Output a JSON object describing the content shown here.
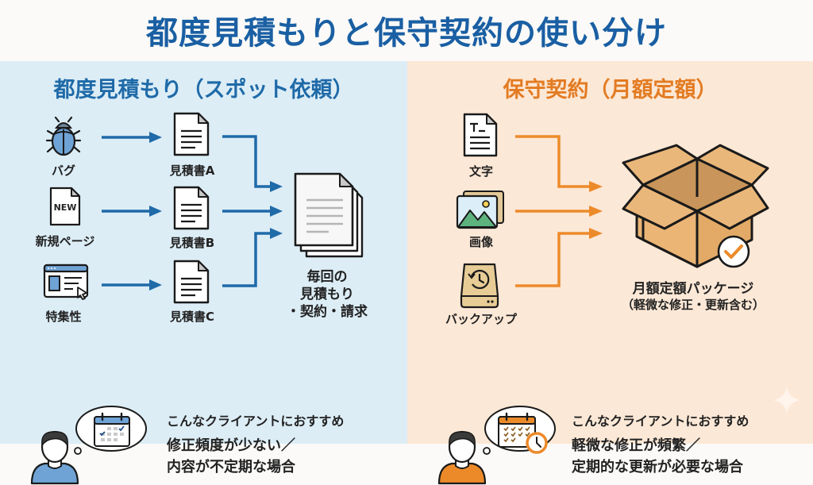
{
  "title": "都度見積もりと保守契約の使い分け",
  "colors": {
    "title": "#1a5fa3",
    "left_accent": "#1f6aa8",
    "left_bg": "#dcedf6",
    "right_accent": "#e37b22",
    "right_bg": "#fce8d6",
    "box": "#e9b274"
  },
  "left": {
    "heading": "都度見積もり（スポット依頼）",
    "inputs": [
      {
        "label": "バグ",
        "icon": "bug-icon"
      },
      {
        "label": "新規ページ",
        "icon": "new-page-icon",
        "badge": "NEW"
      },
      {
        "label": "特集性",
        "icon": "web-page-icon"
      }
    ],
    "estimates": [
      {
        "label": "見積書A"
      },
      {
        "label": "見積書B"
      },
      {
        "label": "見積書C"
      }
    ],
    "result": {
      "lines": [
        "毎回の",
        "見積もり",
        "・契約・請求"
      ],
      "icon": "document-stack-icon"
    },
    "recommend": {
      "heading": "こんなクライアントにおすすめ",
      "lines": [
        "修正頻度が少ない／",
        "内容が不定期な場合"
      ]
    }
  },
  "right": {
    "heading": "保守契約（月額定額）",
    "inputs": [
      {
        "label": "文字",
        "icon": "text-document-icon"
      },
      {
        "label": "画像",
        "icon": "image-icon"
      },
      {
        "label": "バックアップ",
        "icon": "backup-drive-icon"
      }
    ],
    "result": {
      "lines": [
        "月額定額パッケージ",
        "（軽微な修正・更新含む）"
      ],
      "icon": "open-box-icon"
    },
    "recommend": {
      "heading": "こんなクライアントにおすすめ",
      "lines": [
        "軽微な修正が頻繁／",
        "定期的な更新が必要な場合"
      ]
    }
  }
}
